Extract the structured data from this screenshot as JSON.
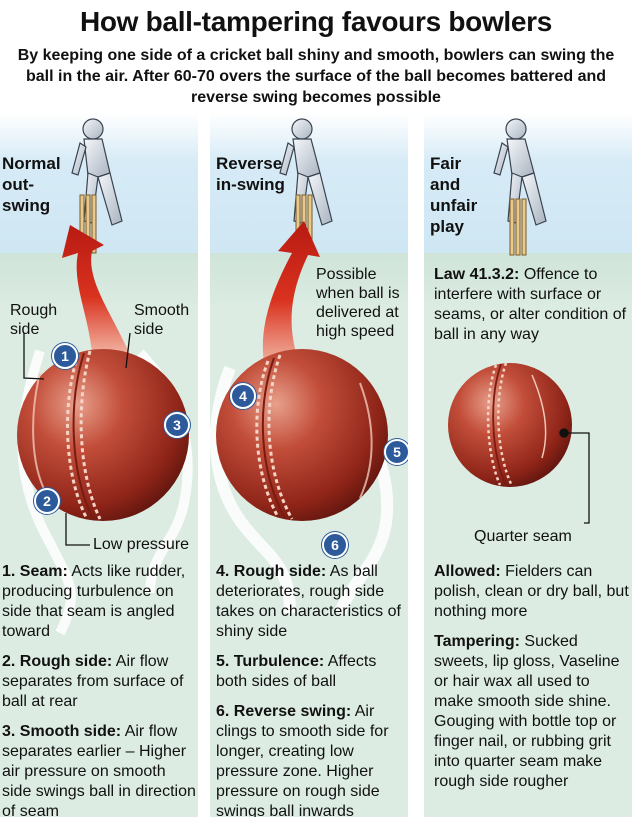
{
  "title": "How ball-tampering favours bowlers",
  "subtitle": "By keeping one side of a cricket ball shiny and smooth, bowlers can swing the ball in the air. After 60-70 overs the surface of the ball becomes battered and reverse swing becomes possible",
  "panels": [
    {
      "heading": "Normal out-swing",
      "heading_lines": [
        "Normal",
        "out-",
        "swing"
      ],
      "rough_side_label": "Rough side",
      "smooth_side_label": "Smooth side",
      "low_pressure_label": "Low pressure",
      "markers": [
        "1",
        "2",
        "3"
      ],
      "items": [
        {
          "term": "1. Seam:",
          "text": "Acts like rudder, producing turbulence on side that seam is angled toward"
        },
        {
          "term": "2. Rough side:",
          "text": "Air flow separates from surface of ball at rear"
        },
        {
          "term": "3. Smooth side:",
          "text": "Air flow separates earlier – Higher air pressure on smooth side swings ball in direction of seam"
        }
      ]
    },
    {
      "heading": "Reverse in-swing",
      "heading_lines": [
        "Reverse",
        "in-swing"
      ],
      "speed_note": "Possible when ball is delivered at high speed",
      "markers": [
        "4",
        "5",
        "6"
      ],
      "items": [
        {
          "term": "4. Rough side:",
          "text": "As ball deteriorates, rough side takes on characteristics of shiny side"
        },
        {
          "term": "5. Turbulence:",
          "text": "Affects both sides of ball"
        },
        {
          "term": "6. Reverse swing:",
          "text": "Air clings to smooth side for longer, creating low pressure zone. Higher pressure on rough side swings ball inwards"
        }
      ]
    },
    {
      "heading": "Fair and unfair play",
      "heading_lines": [
        "Fair",
        "and",
        "unfair",
        "play"
      ],
      "law": {
        "term": "Law 41.3.2:",
        "text": "Offence to interfere with surface or seams, or alter condition of ball in any way"
      },
      "quarter_seam_label": "Quarter seam",
      "items": [
        {
          "term": "Allowed:",
          "text": "Fielders can polish, clean or dry ball, but nothing more"
        },
        {
          "term": "Tampering:",
          "text": "Sucked sweets, lip gloss, Vaseline or hair wax all used to make smooth side shine. Gouging with bottle top or finger nail, or rubbing grit into quarter seam make rough side rougher"
        }
      ]
    }
  ],
  "colors": {
    "ball": "#b2382b",
    "arrow": "#c21d16",
    "marker": "#2c5a9a",
    "sky": "#d6ebf6",
    "field": "#dcece2"
  }
}
